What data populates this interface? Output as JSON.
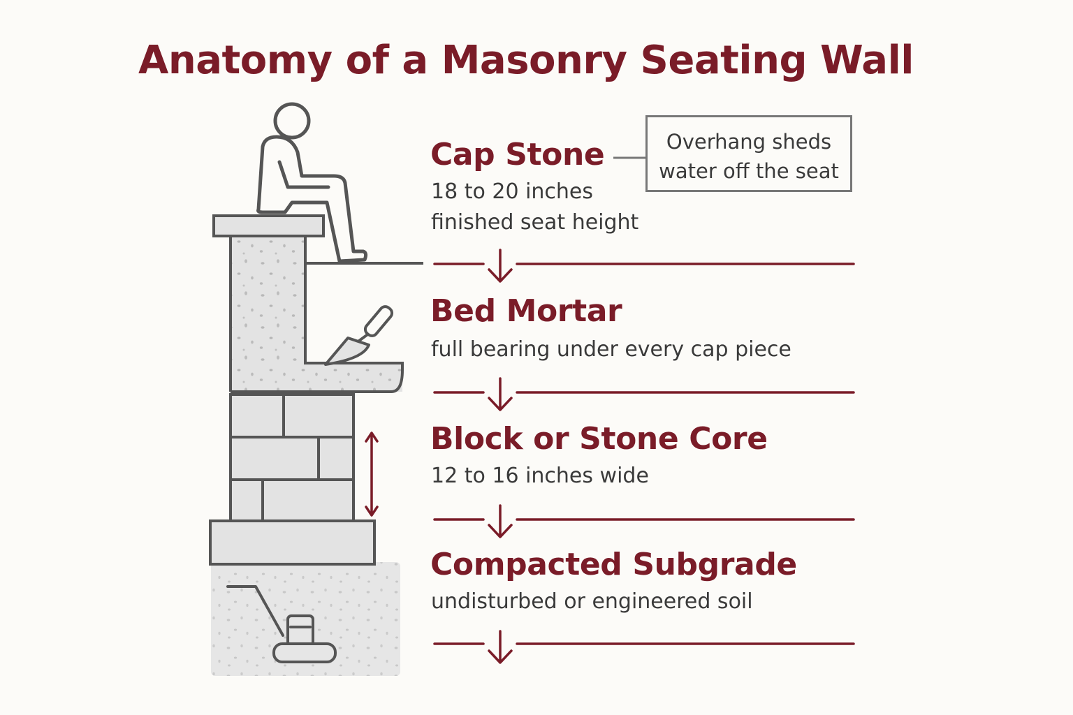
{
  "title": "Anatomy of a Masonry Seating Wall",
  "layers": [
    {
      "heading": "Cap Stone",
      "description": [
        "18 to 20 inches",
        "finished seat height"
      ]
    },
    {
      "heading": "Bed Mortar",
      "description": [
        "full bearing under every cap piece"
      ]
    },
    {
      "heading": "Block or Stone Core",
      "description": [
        "12 to 16 inches wide"
      ]
    },
    {
      "heading": "Compacted Subgrade",
      "description": [
        "undisturbed or engineered soil"
      ]
    }
  ],
  "callout": {
    "lines": [
      "Overhang sheds",
      "water off the seat"
    ]
  },
  "colors": {
    "accent": "#7a1c28",
    "outline": "#555555",
    "stone_fill": "#e3e3e3",
    "soil_fill": "#e6e6e6",
    "text": "#3a3a3a"
  },
  "icons": [
    "seated-person-icon",
    "trowel-icon",
    "plate-compactor-icon",
    "down-arrow-icon",
    "height-dimension-arrow-icon"
  ]
}
